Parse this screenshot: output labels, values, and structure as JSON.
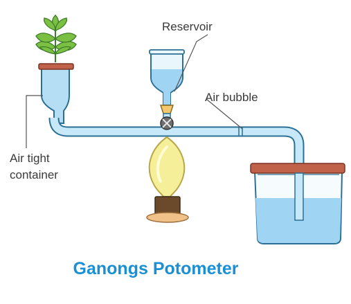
{
  "labels": {
    "reservoir": "Reservoir",
    "air_bubble": "Air bubble",
    "air_tight_line1": "Air tight",
    "air_tight_line2": "container"
  },
  "title": "Ganongs Potometer",
  "colors": {
    "tube_fill": "#bfe3f5",
    "tube_stroke": "#2b6f95",
    "water": "#9fd4f3",
    "lid": "#c0614a",
    "leaf": "#7bc043",
    "light_bulb": "#f2ea8c",
    "title": "#1a8fd4"
  }
}
